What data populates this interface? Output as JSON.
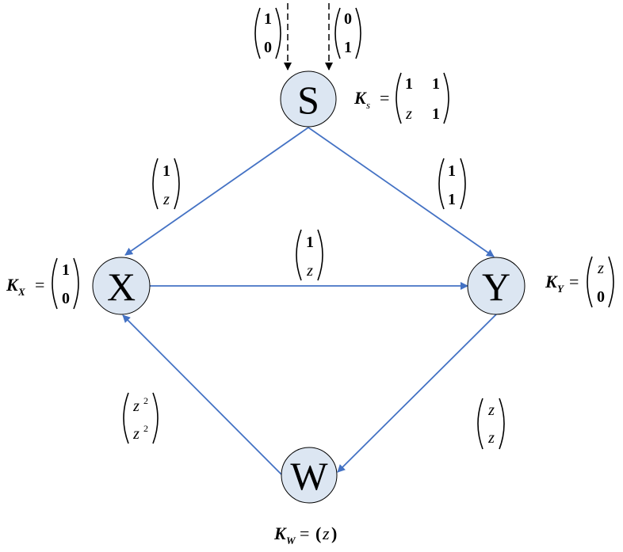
{
  "nodes": {
    "S": {
      "label": "S"
    },
    "X": {
      "label": "X"
    },
    "Y": {
      "label": "Y"
    },
    "W": {
      "label": "W"
    }
  },
  "edges": {
    "S_X": {
      "top": "1",
      "bottom": "z"
    },
    "S_Y": {
      "top": "1",
      "bottom": "1"
    },
    "X_Y": {
      "top": "1",
      "bottom": "z"
    },
    "Y_W": {
      "top": "z",
      "bottom": "z"
    },
    "W_X": {
      "top": "z",
      "top_sup": "2",
      "bottom": "z",
      "bottom_sup": "2"
    }
  },
  "inputs": {
    "left": {
      "top": "1",
      "bottom": "0"
    },
    "right": {
      "top": "0",
      "bottom": "1"
    }
  },
  "kernels": {
    "S": {
      "symbol": "K",
      "sub": "s",
      "eq": "=",
      "r1c1": "1",
      "r1c2": "1",
      "r2c1": "z",
      "r2c2": "1"
    },
    "X": {
      "symbol": "K",
      "sub": "X",
      "eq": "=",
      "top": "1",
      "bottom": "0"
    },
    "Y": {
      "symbol": "K",
      "sub": "Y",
      "eq": "=",
      "top": "z",
      "bottom": "0"
    },
    "W": {
      "symbol": "K",
      "sub": "W",
      "eq": "=",
      "open": "(",
      "value": "z",
      "close": ")"
    }
  },
  "colors": {
    "edge": "#4472C4",
    "node_fill": "#DCE6F2",
    "node_stroke": "#000000",
    "text": "#000000"
  }
}
